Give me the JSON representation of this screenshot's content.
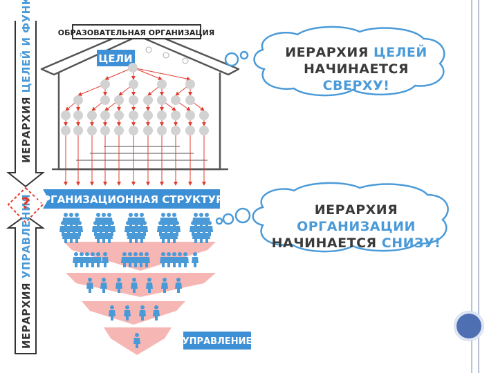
{
  "house_title": "ОБРАЗОВАТЕЛЬНАЯ ОРГАНИЗАЦИЯ",
  "goals_label": "ЦЕЛИ",
  "structure_label": "ОРГАНИЗАЦИОННАЯ СТРУКТУРА",
  "management_label": "УПРАВЛЕНИЕ",
  "question_mark": "?",
  "left_axis": {
    "top_dark": "ИЕРАРХИЯ",
    "top_blue": "ЦЕЛЕЙ И ФУНКЦИЙ",
    "bottom_dark": "ИЕРАРХИЯ",
    "bottom_blue": "УПРАВЛЕНИЯ"
  },
  "bubble_top": {
    "line1_dark": "ИЕРАРХИЯ",
    "line1_blue": "ЦЕЛЕЙ",
    "line2_dark": "НАЧИНАЕТСЯ",
    "line2_blue": "СВЕРХУ!"
  },
  "bubble_bottom": {
    "line1_dark": "ИЕРАРХИЯ",
    "line1_blue": "ОРГАНИЗАЦИИ",
    "line2_dark": "НАЧИНАЕТСЯ",
    "line2_blue": "СНИЗУ!"
  },
  "colors": {
    "blue": "#4a9ad8",
    "banner_blue": "#3d8fd6",
    "red": "#e23b2e",
    "pink": "#f6b7b4",
    "node_gray": "#d2d2d2"
  }
}
